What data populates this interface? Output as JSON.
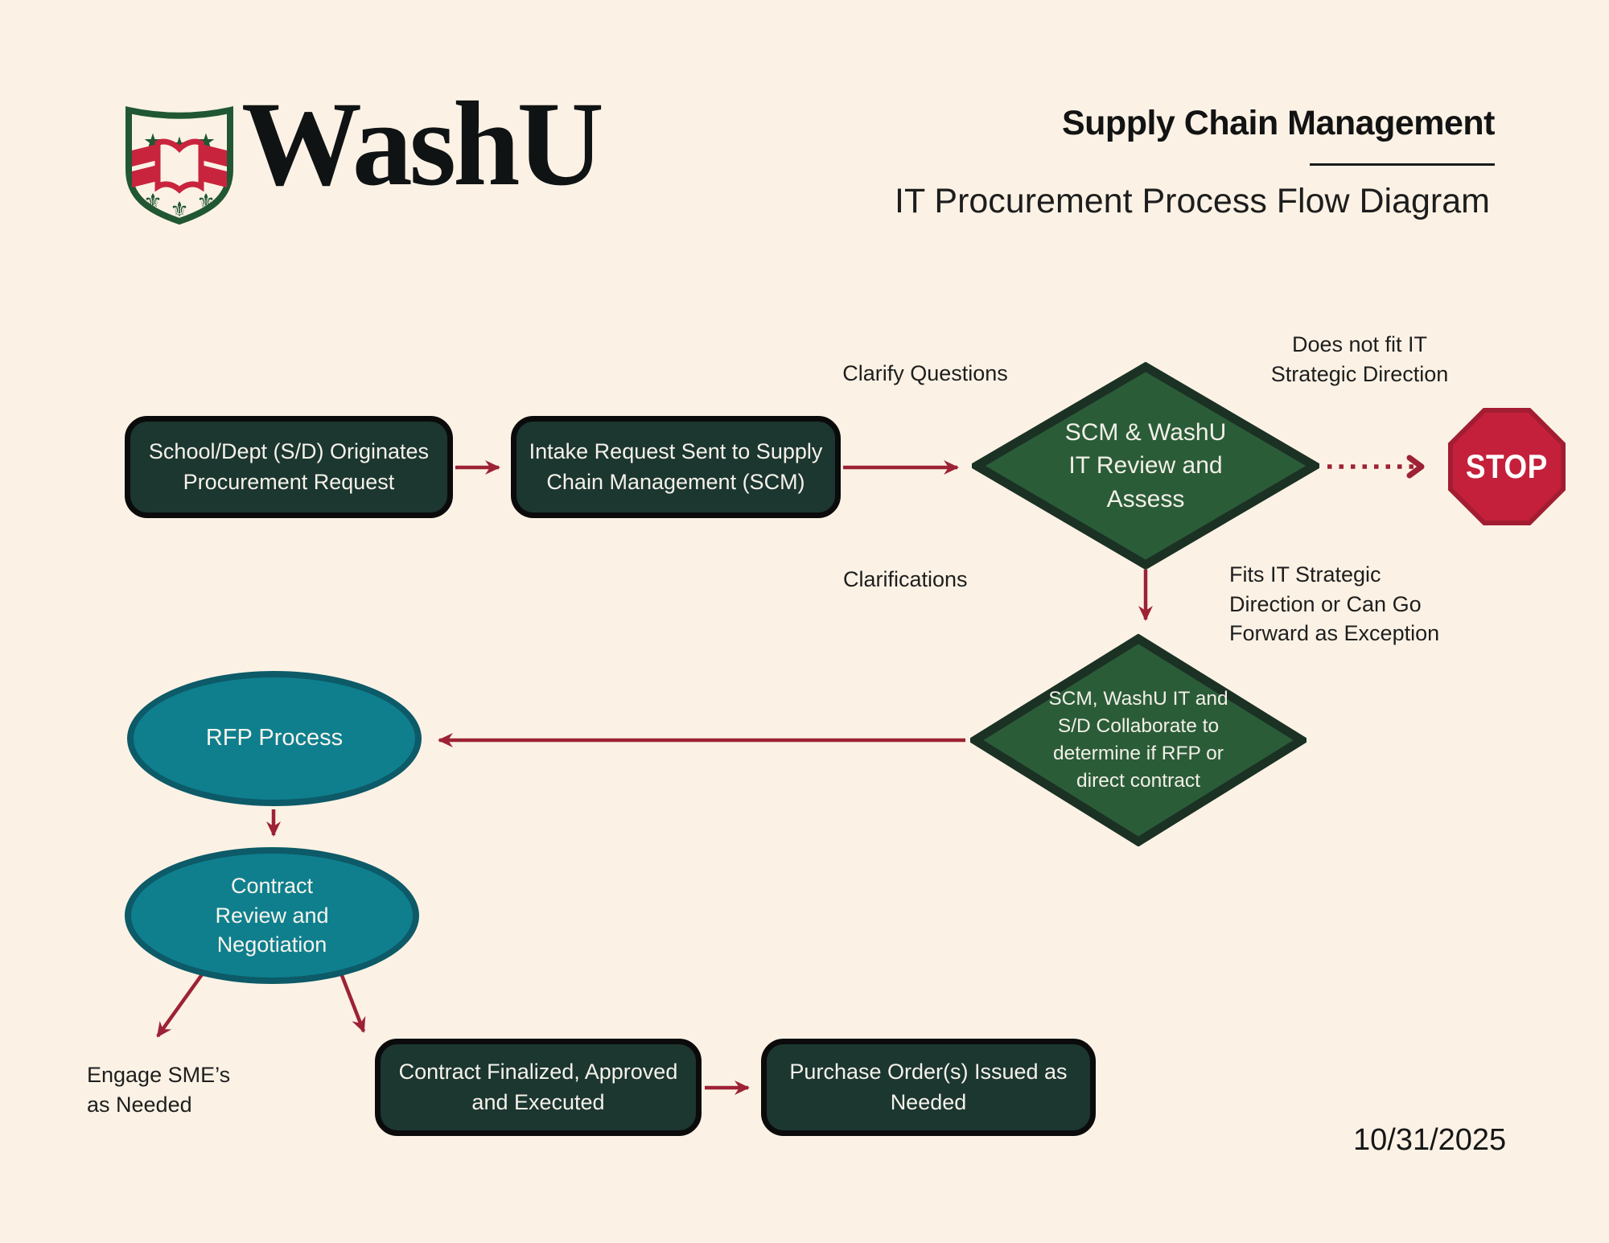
{
  "header": {
    "brand": "WashU",
    "title": "Supply Chain Management",
    "subtitle": "IT Procurement Process Flow Diagram"
  },
  "nodes": {
    "originate": {
      "label": "School/Dept (S/D) Originates\nProcurement Request",
      "type": "process"
    },
    "intake": {
      "label": "Intake Request Sent to Supply\nChain Management (SCM)",
      "type": "process"
    },
    "review": {
      "label": "SCM & WashU\nIT Review and\nAssess",
      "type": "decision"
    },
    "stop": {
      "label": "STOP",
      "type": "terminator"
    },
    "collaborate": {
      "label": "SCM, WashU IT and\nS/D Collaborate to\ndetermine if RFP or\ndirect contract",
      "type": "decision"
    },
    "rfp": {
      "label": "RFP Process",
      "type": "subprocess"
    },
    "contract_review": {
      "label": "Contract\nReview and\nNegotiation",
      "type": "subprocess"
    },
    "finalized": {
      "label": "Contract Finalized, Approved\nand Executed",
      "type": "process"
    },
    "purchase_order": {
      "label": "Purchase Order(s) Issued as\nNeeded",
      "type": "process"
    }
  },
  "edge_labels": {
    "clarify_questions": "Clarify Questions",
    "does_not_fit": "Does not fit IT\nStrategic Direction",
    "clarifications": "Clarifications",
    "fits_direction": "Fits IT Strategic\nDirection or Can Go\nForward as Exception",
    "engage_sme": "Engage SME’s\nas Needed"
  },
  "footer": {
    "date": "10/31/2025"
  },
  "colors": {
    "background": "#FBF2E5",
    "arrow_maroon": "#9D2235",
    "process_fill": "#1C3630",
    "process_border": "#0B0B0B",
    "decision_fill": "#2B5C38",
    "decision_border": "#1B3124",
    "subprocess_fill": "#0F7F8E",
    "subprocess_border": "#0D5A68",
    "stop_fill": "#C5203B",
    "stop_border": "#A21D32",
    "logo_green": "#215732",
    "logo_red": "#C9243E",
    "text_dark": "#1E1E1E"
  }
}
